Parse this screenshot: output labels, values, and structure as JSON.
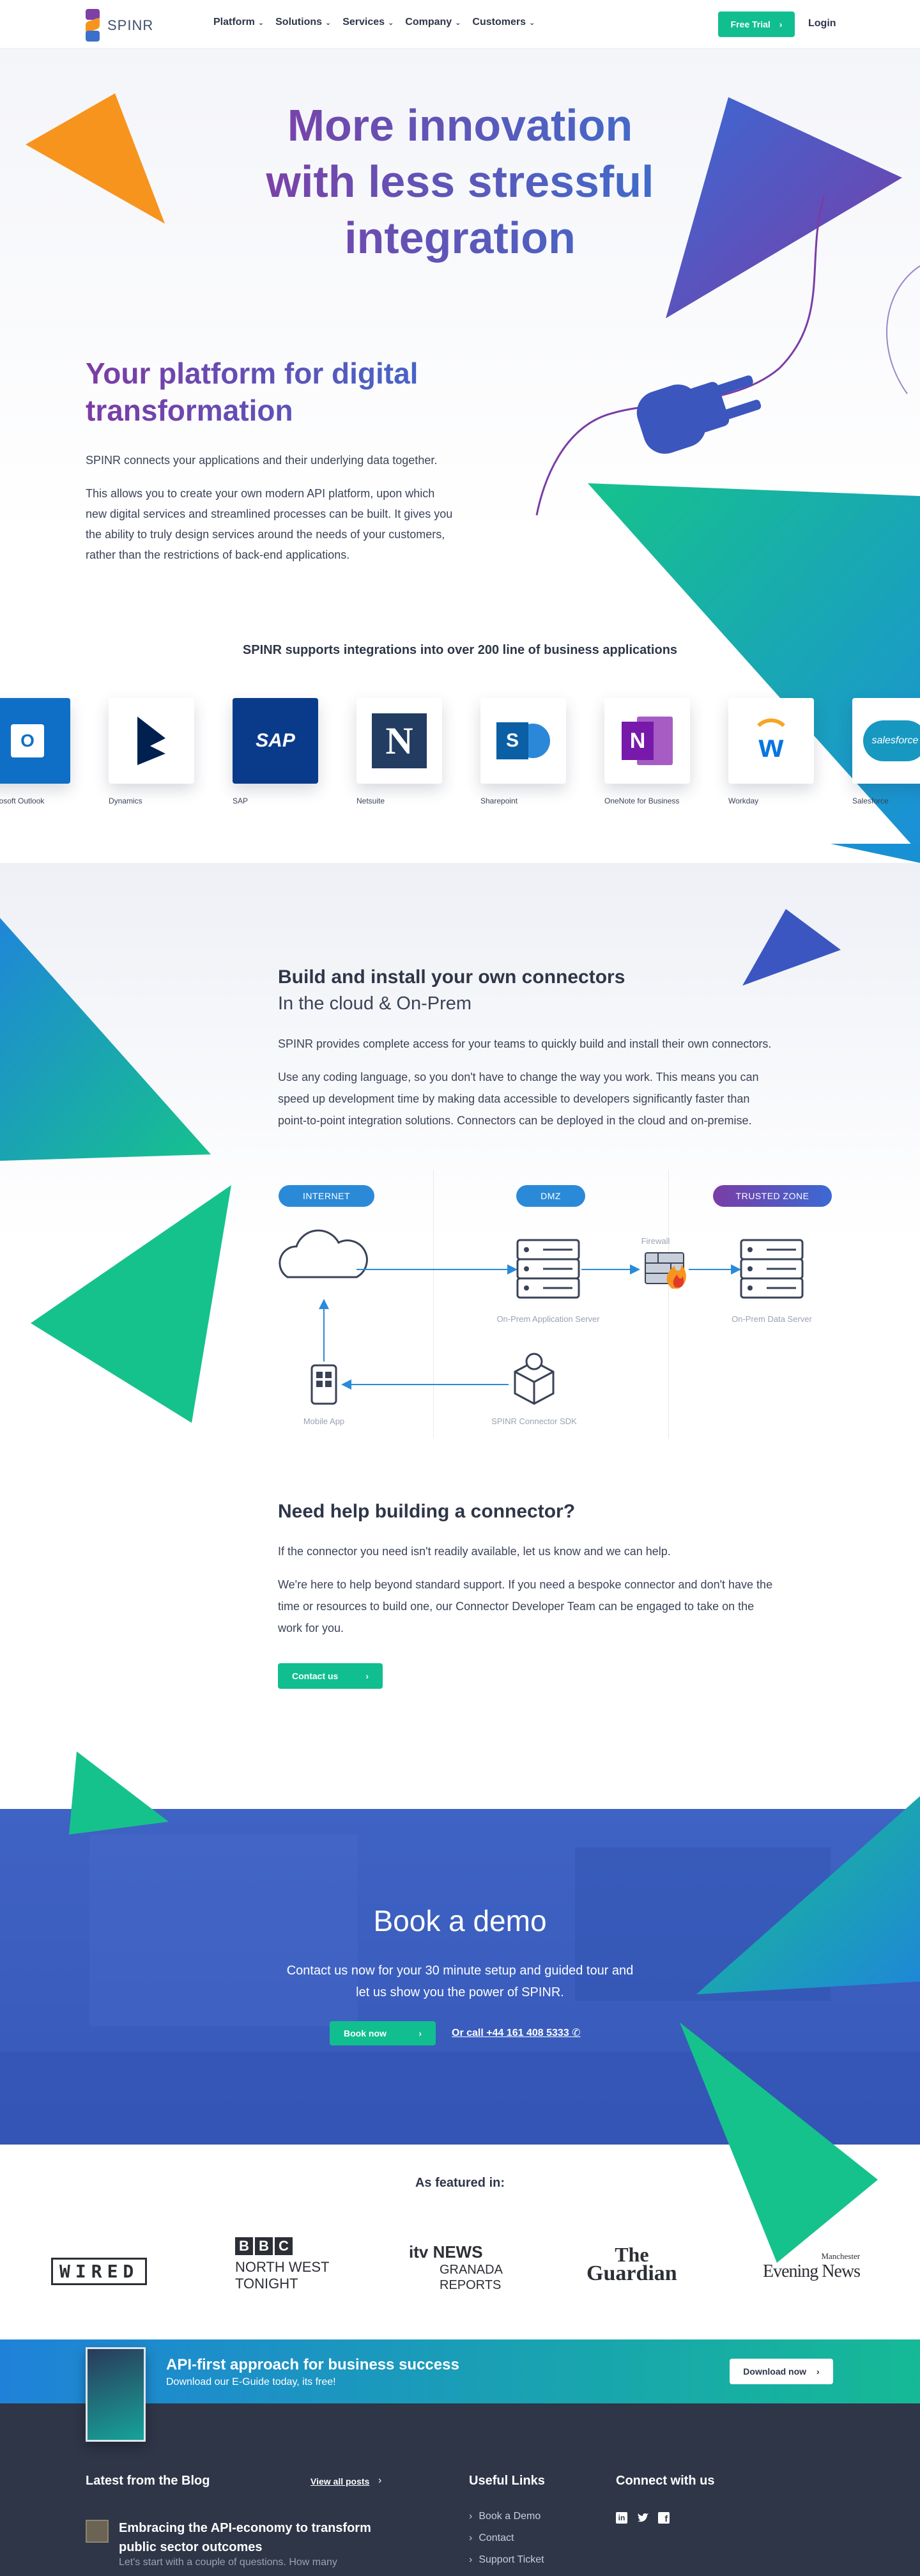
{
  "nav": {
    "brand": "SPINR",
    "menu": [
      {
        "label": "Platform"
      },
      {
        "label": "Solutions"
      },
      {
        "label": "Services"
      },
      {
        "label": "Company"
      },
      {
        "label": "Customers"
      }
    ],
    "trial_label": "Free Trial",
    "login_label": "Login"
  },
  "hero": {
    "title_lines": [
      "More innovation",
      "with less stressful",
      "integration"
    ],
    "subtitle_lines": [
      "Your platform for digital",
      "transformation"
    ],
    "para1": "SPINR connects your applications and their underlying data together.",
    "para2_lines": [
      "This allows you to create your own modern API platform, upon which",
      "new digital services and streamlined processes can be built. It gives you",
      "the ability to truly design services around the needs of your customers,",
      "rather than the restrictions of back-end applications."
    ]
  },
  "integrations": {
    "heading": "SPINR supports integrations into over 200 line of business applications",
    "apps": [
      {
        "label": "Microsoft Outlook",
        "icon": "outlook-icon"
      },
      {
        "label": "Dynamics",
        "icon": "dynamics-icon"
      },
      {
        "label": "SAP",
        "icon": "sap-icon"
      },
      {
        "label": "Netsuite",
        "icon": "netsuite-icon"
      },
      {
        "label": "Sharepoint",
        "icon": "sharepoint-icon"
      },
      {
        "label": "OneNote for Business",
        "icon": "onenote-icon"
      },
      {
        "label": "Workday",
        "icon": "workday-icon"
      },
      {
        "label": "Salesforce",
        "icon": "salesforce-icon"
      }
    ],
    "logo_text": {
      "sap": "SAP",
      "netsuite": "N",
      "sharepoint": "S",
      "onenote": "N",
      "workday": "w",
      "salesforce": "salesforce",
      "outlook": "O"
    }
  },
  "connectors": {
    "heading": "Build and install your own connectors",
    "subheading": "In the cloud & On-Prem",
    "para1": "SPINR provides complete access for your teams to quickly build and install their own connectors.",
    "para2_lines": [
      "Use any coding language, so you don't have to change the way you work. This means you can",
      "speed up development time by making data accessible to developers significantly faster than",
      "point-to-point integration solutions. Connectors can be deployed in the cloud and on-premise."
    ],
    "diagram": {
      "zones": [
        "INTERNET",
        "DMZ",
        "TRUSTED ZONE"
      ],
      "labels": {
        "firewall": "Firewall",
        "app_server": "On-Prem Application Server",
        "data_server": "On-Prem Data Server",
        "mobile": "Mobile App",
        "sdk": "SPINR Connector SDK"
      }
    }
  },
  "help": {
    "heading": "Need help building a connector?",
    "para1": "If the connector you need isn't readily available, let us know and we can help.",
    "para2_lines": [
      "We're here to help beyond standard support. If you need a bespoke connector and don't have the",
      "time or resources to build one, our Connector Developer Team can be engaged to take on the",
      "work for you."
    ],
    "button": "Contact us"
  },
  "demo": {
    "heading": "Book a demo",
    "para_lines": [
      "Contact us now for your 30 minute setup and guided tour and",
      "let us show you the power of SPINR."
    ],
    "button": "Book now",
    "phone": "Or call +44 161 408 5333"
  },
  "featured": {
    "heading": "As featured in:",
    "logos": {
      "wired": "WIRED",
      "bbc": [
        "B",
        "B",
        "C"
      ],
      "bbc_lines": [
        "NORTH WEST",
        "TONIGHT"
      ],
      "itv": "itv NEWS",
      "itv_lines": [
        "GRANADA",
        "REPORTS"
      ],
      "guardian": [
        "The",
        "Guardian"
      ],
      "men": [
        "Manchester",
        "Evening News"
      ]
    }
  },
  "guide": {
    "heading": "API-first approach for business success",
    "sub": "Download our E-Guide today, its free!",
    "button": "Download now"
  },
  "footer": {
    "blog_heading": "Latest from the Blog",
    "view_all": "View all posts",
    "post_title": "Embracing the API-economy to transform public sector outcomes",
    "post_excerpt": "Let's start with a couple of questions. How many",
    "useful_heading": "Useful Links",
    "links": [
      "Book a Demo",
      "Contact",
      "Support Ticket"
    ],
    "connect_heading": "Connect with us",
    "social": [
      "linkedin-icon",
      "twitter-icon",
      "facebook-icon"
    ]
  },
  "colors": {
    "green": "#11be8f",
    "purple": "#7e3fa6",
    "blue": "#3c5bc6",
    "orange": "#f7941d",
    "navy": "#2e3648"
  }
}
